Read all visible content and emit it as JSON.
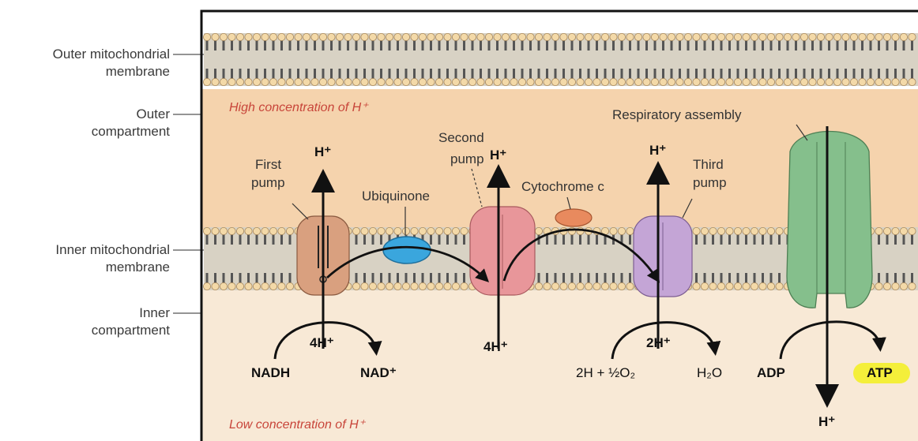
{
  "left_labels": {
    "outer_membrane_line1": "Outer mitochondrial",
    "outer_membrane_line2": "membrane",
    "outer_compartment_line1": "Outer",
    "outer_compartment_line2": "compartment",
    "inner_membrane_line1": "Inner mitochondrial",
    "inner_membrane_line2": "membrane",
    "inner_compartment_line1": "Inner",
    "inner_compartment_line2": "compartment"
  },
  "concentration": {
    "high": "High concentration of H⁺",
    "low": "Low concentration of H⁺"
  },
  "pumps": {
    "first_line1": "First",
    "first_line2": "pump",
    "second_line1": "Second",
    "second_line2": "pump",
    "third_line1": "Third",
    "third_line2": "pump",
    "ubiquinone": "Ubiquinone",
    "cytochrome": "Cytochrome c",
    "respiratory": "Respiratory assembly"
  },
  "species": {
    "h_plus": "H⁺",
    "four_h_1": "4H⁺",
    "four_h_2": "4H⁺",
    "two_h": "2H⁺",
    "nadh": "NADH",
    "nad": "NAD⁺",
    "two_h_half_o2": "2H + ½O₂",
    "h2o": "H₂O",
    "adp": "ADP",
    "atp": "ATP"
  },
  "colors": {
    "outer_compartment": "#f5d3ad",
    "inner_compartment": "#f8e9d6",
    "membrane_head": "#f3d9a8",
    "membrane_tail": "#555555",
    "first_pump": "#d9a07f",
    "ubiquinone": "#3aa6dd",
    "second_pump": "#e8969a",
    "cytochrome": "#e88a5e",
    "third_pump": "#c4a5d6",
    "atp_synthase": "#85bf8c",
    "atp_highlight": "#f4ef3a",
    "high_text": "#c8453a"
  }
}
